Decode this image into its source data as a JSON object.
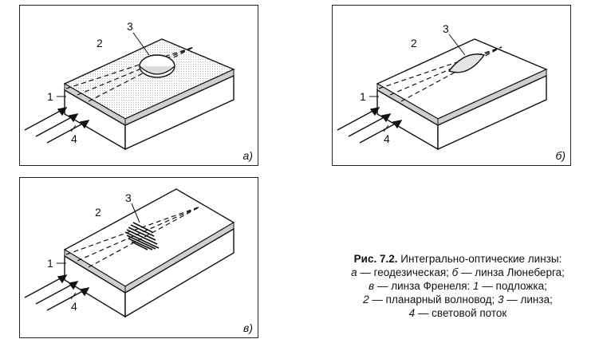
{
  "panels": [
    {
      "id": "a",
      "tag": "а)",
      "labels": {
        "substrate": "1",
        "waveguide": "2",
        "lens": "3",
        "flow": "4"
      }
    },
    {
      "id": "b",
      "tag": "б)",
      "labels": {
        "substrate": "1",
        "waveguide": "2",
        "lens": "3",
        "flow": "4"
      }
    },
    {
      "id": "c",
      "tag": "в)",
      "labels": {
        "substrate": "1",
        "waveguide": "2",
        "lens": "3",
        "flow": "4"
      }
    }
  ],
  "caption": {
    "prefix": "Рис. 7.2.",
    "title": " Интегрально-оптические линзы:",
    "line2_a": "а",
    "line2_b": " — геодезическая; ",
    "line2_c": "б",
    "line2_d": " — линза Люнеберга;",
    "line3_a": "в",
    "line3_b": " — линза Френеля: ",
    "line3_c": "1",
    "line3_d": " — подложка;",
    "line4_a": "2",
    "line4_b": " — планарный волновод; ",
    "line4_c": "3",
    "line4_d": " — линза;",
    "line5_a": "4",
    "line5_b": " — световой поток"
  }
}
